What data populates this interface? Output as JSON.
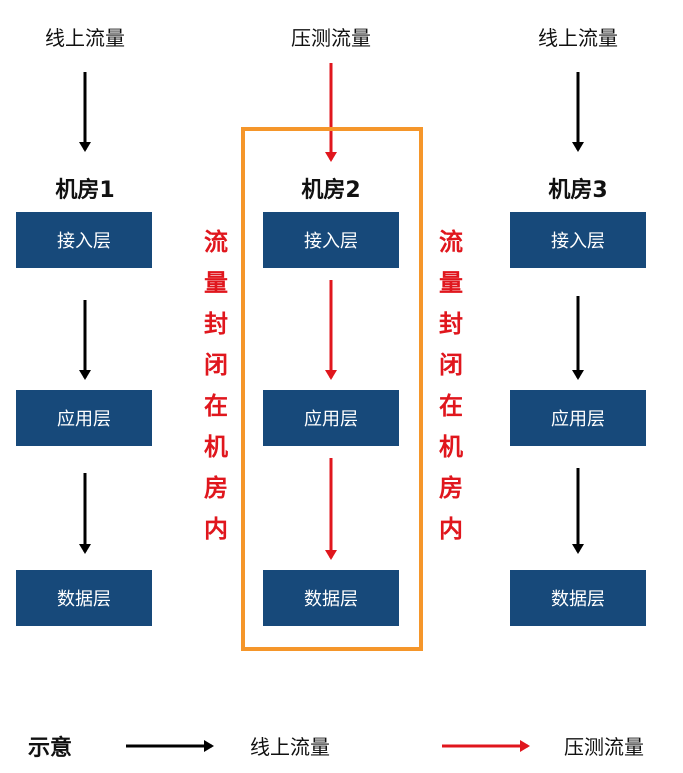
{
  "sources": {
    "left": "线上流量",
    "center": "压测流量",
    "right": "线上流量"
  },
  "rooms": [
    {
      "title": "机房1",
      "layers": [
        "接入层",
        "应用层",
        "数据层"
      ],
      "traffic": "online"
    },
    {
      "title": "机房2",
      "layers": [
        "接入层",
        "应用层",
        "数据层"
      ],
      "traffic": "stress"
    },
    {
      "title": "机房3",
      "layers": [
        "接入层",
        "应用层",
        "数据层"
      ],
      "traffic": "online"
    }
  ],
  "annotation": [
    "流",
    "量",
    "封",
    "闭",
    "在",
    "机",
    "房",
    "内"
  ],
  "legend": {
    "title": "示意",
    "online_label": "线上流量",
    "stress_label": "压测流量"
  },
  "colors": {
    "layer_box": "#17497a",
    "online_arrow": "#000000",
    "stress_arrow": "#e0161d",
    "highlight_border": "#f5962a"
  }
}
